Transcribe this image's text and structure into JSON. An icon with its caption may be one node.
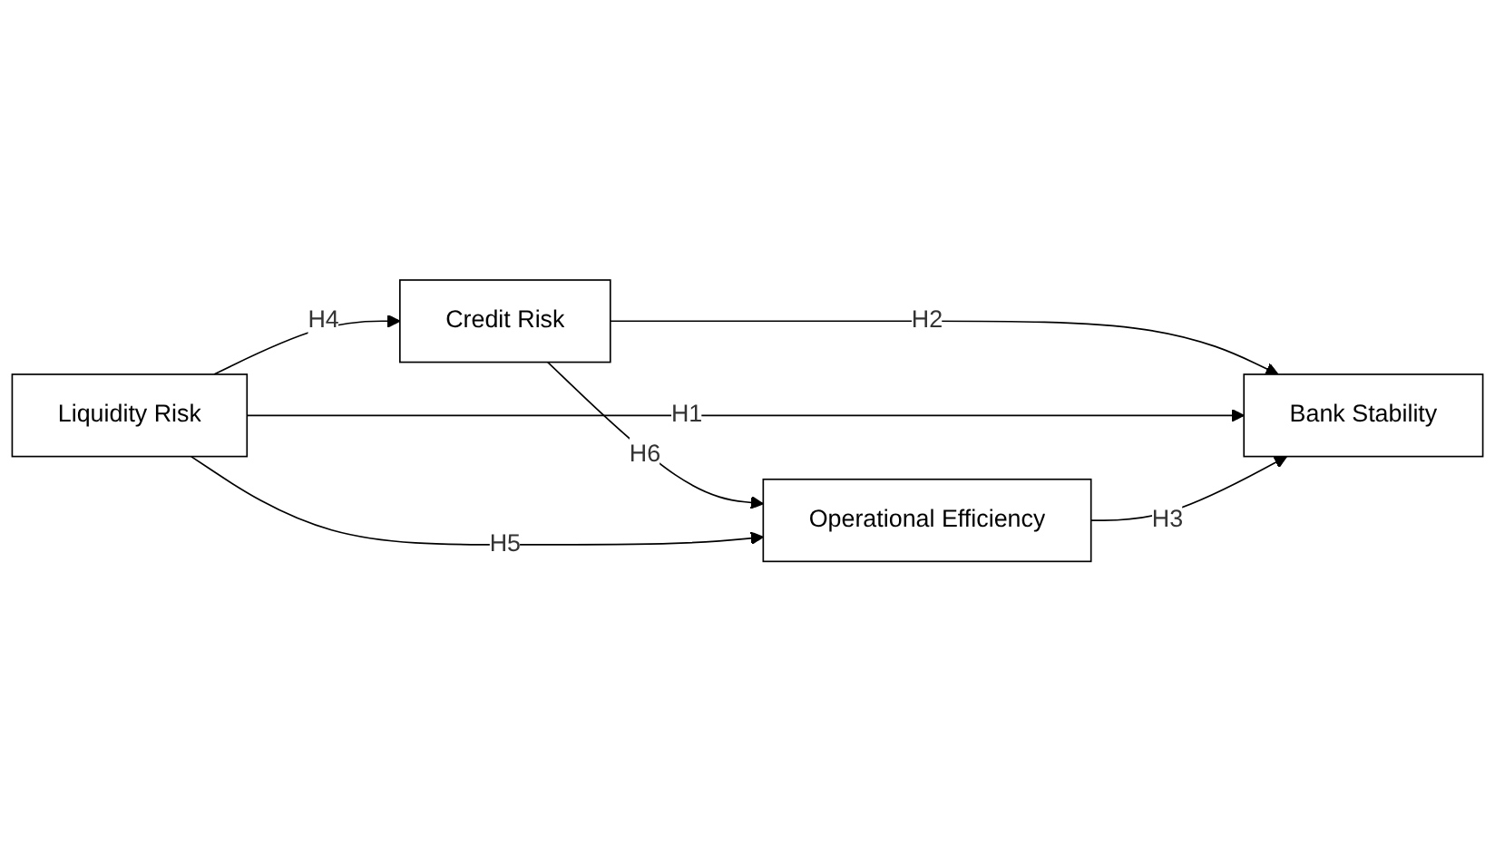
{
  "diagram": {
    "nodes": [
      {
        "text": [
          "Credit Risk"
        ]
      },
      {
        "text": [
          "Liquidity Risk"
        ]
      },
      {
        "text": [
          "Bank Stability"
        ]
      },
      {
        "text": [
          "Operational Efficiency"
        ]
      }
    ],
    "edges": [
      {
        "from": 1,
        "to": 0,
        "arrow": "to",
        "label": "H4"
      },
      {
        "from": 0,
        "to": 2,
        "arrow": "to",
        "label": "H2"
      },
      {
        "from": 1,
        "to": 2,
        "arrow": "to",
        "label": "H1"
      },
      {
        "from": 0,
        "to": 3,
        "arrow": "to",
        "label": "H6"
      },
      {
        "from": 1,
        "to": 3,
        "arrow": "to",
        "label": "H5"
      },
      {
        "from": 3,
        "to": 2,
        "arrow": "to",
        "label": "H3"
      }
    ]
  }
}
